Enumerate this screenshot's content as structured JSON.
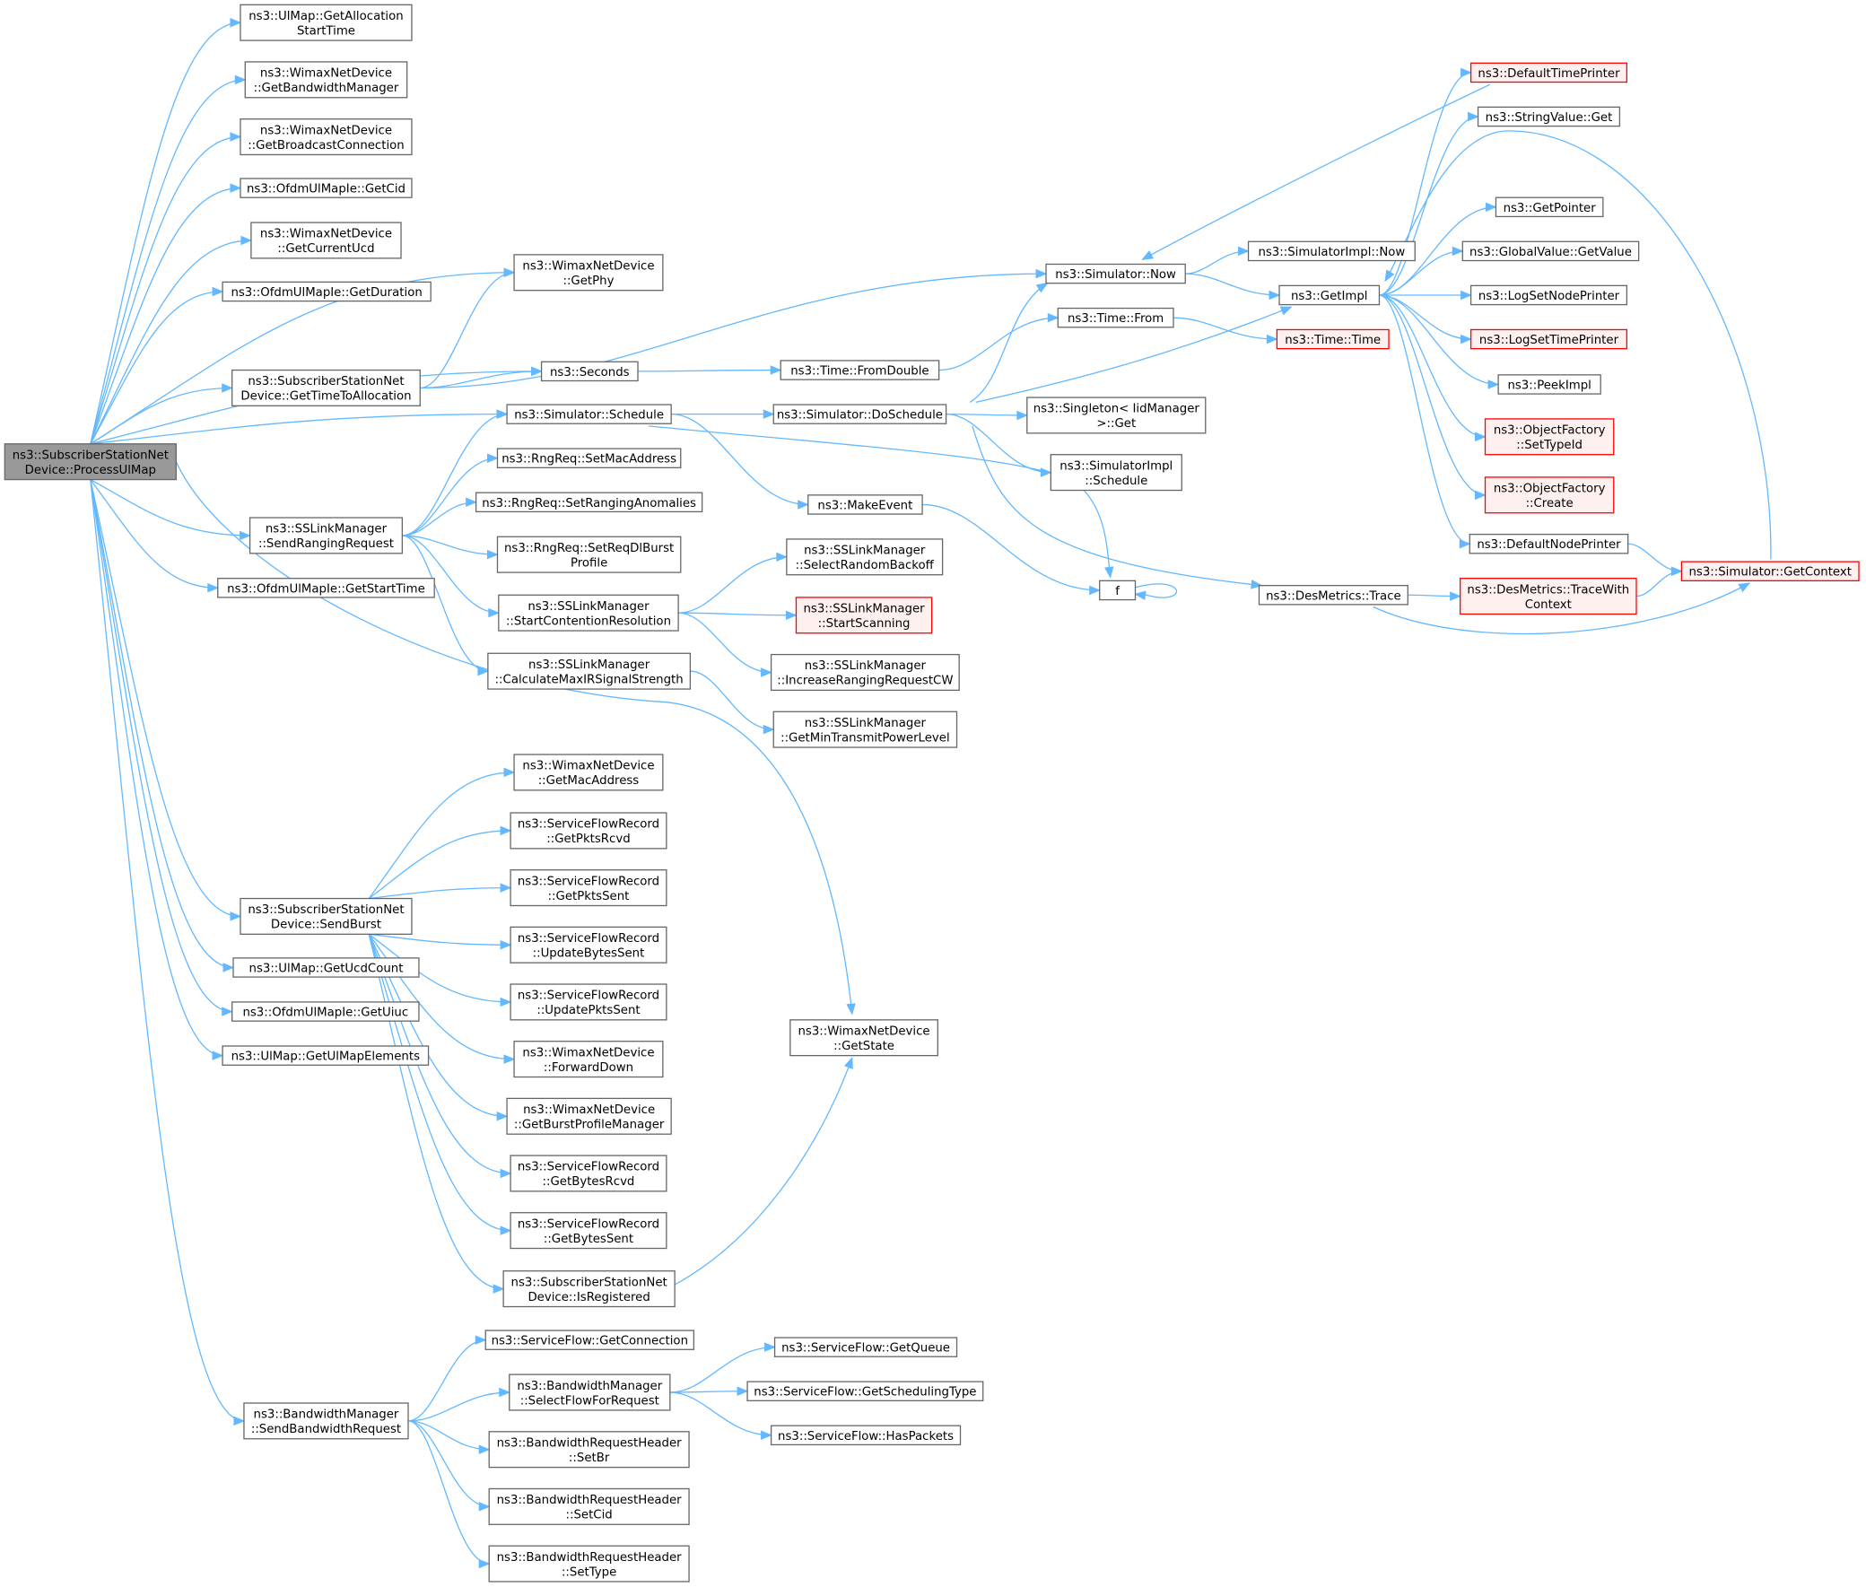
{
  "graph": {
    "nodes": [
      {
        "id": "root",
        "lines": [
          "ns3::SubscriberStationNet",
          "Device::ProcessUlMap"
        ],
        "focus": true
      },
      {
        "id": "n1",
        "lines": [
          "ns3::UlMap::GetAllocation",
          "StartTime"
        ]
      },
      {
        "id": "n2",
        "lines": [
          "ns3::WimaxNetDevice",
          "::GetBandwidthManager"
        ]
      },
      {
        "id": "n3",
        "lines": [
          "ns3::WimaxNetDevice",
          "::GetBroadcastConnection"
        ]
      },
      {
        "id": "n4",
        "lines": [
          "ns3::OfdmUlMapIe::GetCid"
        ]
      },
      {
        "id": "n5",
        "lines": [
          "ns3::WimaxNetDevice",
          "::GetCurrentUcd"
        ]
      },
      {
        "id": "n6",
        "lines": [
          "ns3::OfdmUlMapIe::GetDuration"
        ]
      },
      {
        "id": "n7",
        "lines": [
          "ns3::SubscriberStationNet",
          "Device::GetTimeToAllocation"
        ]
      },
      {
        "id": "n8",
        "lines": [
          "ns3::SSLinkManager",
          "::SendRangingRequest"
        ]
      },
      {
        "id": "n9",
        "lines": [
          "ns3::OfdmUlMapIe::GetStartTime"
        ]
      },
      {
        "id": "n10",
        "lines": [
          "ns3::SubscriberStationNet",
          "Device::SendBurst"
        ]
      },
      {
        "id": "n11",
        "lines": [
          "ns3::UlMap::GetUcdCount"
        ]
      },
      {
        "id": "n12",
        "lines": [
          "ns3::OfdmUlMapIe::GetUiuc"
        ]
      },
      {
        "id": "n13",
        "lines": [
          "ns3::UlMap::GetUlMapElements"
        ]
      },
      {
        "id": "n14",
        "lines": [
          "ns3::BandwidthManager",
          "::SendBandwidthRequest"
        ]
      },
      {
        "id": "c1",
        "lines": [
          "ns3::WimaxNetDevice",
          "::GetPhy"
        ]
      },
      {
        "id": "c2",
        "lines": [
          "ns3::Seconds"
        ]
      },
      {
        "id": "c3",
        "lines": [
          "ns3::Simulator::Schedule"
        ]
      },
      {
        "id": "c4",
        "lines": [
          "ns3::RngReq::SetMacAddress"
        ]
      },
      {
        "id": "c5",
        "lines": [
          "ns3::RngReq::SetRangingAnomalies"
        ]
      },
      {
        "id": "c6",
        "lines": [
          "ns3::RngReq::SetReqDlBurst",
          "Profile"
        ]
      },
      {
        "id": "c7",
        "lines": [
          "ns3::SSLinkManager",
          "::StartContentionResolution"
        ]
      },
      {
        "id": "c8",
        "lines": [
          "ns3::SSLinkManager",
          "::CalculateMaxIRSignalStrength"
        ]
      },
      {
        "id": "c9",
        "lines": [
          "ns3::WimaxNetDevice",
          "::GetMacAddress"
        ]
      },
      {
        "id": "c10",
        "lines": [
          "ns3::ServiceFlowRecord",
          "::GetPktsRcvd"
        ]
      },
      {
        "id": "c11",
        "lines": [
          "ns3::ServiceFlowRecord",
          "::GetPktsSent"
        ]
      },
      {
        "id": "c12",
        "lines": [
          "ns3::ServiceFlowRecord",
          "::UpdateBytesSent"
        ]
      },
      {
        "id": "c13",
        "lines": [
          "ns3::ServiceFlowRecord",
          "::UpdatePktsSent"
        ]
      },
      {
        "id": "c14",
        "lines": [
          "ns3::WimaxNetDevice",
          "::ForwardDown"
        ]
      },
      {
        "id": "c15",
        "lines": [
          "ns3::WimaxNetDevice",
          "::GetBurstProfileManager"
        ]
      },
      {
        "id": "c16",
        "lines": [
          "ns3::ServiceFlowRecord",
          "::GetBytesRcvd"
        ]
      },
      {
        "id": "c17",
        "lines": [
          "ns3::ServiceFlowRecord",
          "::GetBytesSent"
        ]
      },
      {
        "id": "c18",
        "lines": [
          "ns3::SubscriberStationNet",
          "Device::IsRegistered"
        ]
      },
      {
        "id": "c19",
        "lines": [
          "ns3::ServiceFlow::GetConnection"
        ]
      },
      {
        "id": "c20",
        "lines": [
          "ns3::BandwidthManager",
          "::SelectFlowForRequest"
        ]
      },
      {
        "id": "c21",
        "lines": [
          "ns3::BandwidthRequestHeader",
          "::SetBr"
        ]
      },
      {
        "id": "c22",
        "lines": [
          "ns3::BandwidthRequestHeader",
          "::SetCid"
        ]
      },
      {
        "id": "c23",
        "lines": [
          "ns3::BandwidthRequestHeader",
          "::SetType"
        ]
      },
      {
        "id": "d1",
        "lines": [
          "ns3::Time::FromDouble"
        ]
      },
      {
        "id": "d2",
        "lines": [
          "ns3::Simulator::DoSchedule"
        ]
      },
      {
        "id": "d3",
        "lines": [
          "ns3::MakeEvent"
        ]
      },
      {
        "id": "d4",
        "lines": [
          "f"
        ]
      },
      {
        "id": "d5",
        "lines": [
          "ns3::SSLinkManager",
          "::SelectRandomBackoff"
        ]
      },
      {
        "id": "d6",
        "lines": [
          "ns3::SSLinkManager",
          "::StartScanning"
        ],
        "truncated": true
      },
      {
        "id": "d7",
        "lines": [
          "ns3::SSLinkManager",
          "::IncreaseRangingRequestCW"
        ]
      },
      {
        "id": "d8",
        "lines": [
          "ns3::SSLinkManager",
          "::GetMinTransmitPowerLevel"
        ]
      },
      {
        "id": "d9",
        "lines": [
          "ns3::WimaxNetDevice",
          "::GetState"
        ]
      },
      {
        "id": "d10",
        "lines": [
          "ns3::ServiceFlow::GetQueue"
        ]
      },
      {
        "id": "d11",
        "lines": [
          "ns3::ServiceFlow::GetSchedulingType"
        ]
      },
      {
        "id": "d12",
        "lines": [
          "ns3::ServiceFlow::HasPackets"
        ]
      },
      {
        "id": "e1",
        "lines": [
          "ns3::Simulator::Now"
        ]
      },
      {
        "id": "e2",
        "lines": [
          "ns3::Time::From"
        ]
      },
      {
        "id": "e3",
        "lines": [
          "ns3::Singleton< IidManager",
          ">::Get"
        ]
      },
      {
        "id": "e4",
        "lines": [
          "ns3::SimulatorImpl",
          "::Schedule"
        ]
      },
      {
        "id": "e5",
        "lines": [
          "ns3::DesMetrics::Trace"
        ]
      },
      {
        "id": "f1",
        "lines": [
          "ns3::SimulatorImpl::Now"
        ]
      },
      {
        "id": "f2",
        "lines": [
          "ns3::GetImpl"
        ]
      },
      {
        "id": "f3",
        "lines": [
          "ns3::Time::Time"
        ],
        "truncated": true
      },
      {
        "id": "f4",
        "lines": [
          "ns3::DesMetrics::TraceWith",
          "Context"
        ],
        "truncated": true
      },
      {
        "id": "g1",
        "lines": [
          "ns3::DefaultTimePrinter"
        ],
        "truncated": true
      },
      {
        "id": "g2",
        "lines": [
          "ns3::StringValue::Get"
        ]
      },
      {
        "id": "g3",
        "lines": [
          "ns3::GetPointer"
        ]
      },
      {
        "id": "g4",
        "lines": [
          "ns3::GlobalValue::GetValue"
        ]
      },
      {
        "id": "g5",
        "lines": [
          "ns3::LogSetNodePrinter"
        ]
      },
      {
        "id": "g6",
        "lines": [
          "ns3::LogSetTimePrinter"
        ],
        "truncated": true
      },
      {
        "id": "g7",
        "lines": [
          "ns3::PeekImpl"
        ]
      },
      {
        "id": "g8",
        "lines": [
          "ns3::ObjectFactory",
          "::SetTypeId"
        ],
        "truncated": true
      },
      {
        "id": "g9",
        "lines": [
          "ns3::ObjectFactory",
          "::Create"
        ],
        "truncated": true
      },
      {
        "id": "g10",
        "lines": [
          "ns3::DefaultNodePrinter"
        ]
      },
      {
        "id": "g11",
        "lines": [
          "ns3::Simulator::GetContext"
        ],
        "truncated": true
      }
    ],
    "edges": [
      [
        "root",
        "n1"
      ],
      [
        "root",
        "n2"
      ],
      [
        "root",
        "n3"
      ],
      [
        "root",
        "n4"
      ],
      [
        "root",
        "n5"
      ],
      [
        "root",
        "n6"
      ],
      [
        "root",
        "c1"
      ],
      [
        "root",
        "n7"
      ],
      [
        "root",
        "c2"
      ],
      [
        "root",
        "c3"
      ],
      [
        "root",
        "n8"
      ],
      [
        "root",
        "n9"
      ],
      [
        "root",
        "d9"
      ],
      [
        "root",
        "n10"
      ],
      [
        "root",
        "n11"
      ],
      [
        "root",
        "n12"
      ],
      [
        "root",
        "n13"
      ],
      [
        "root",
        "n14"
      ],
      [
        "n7",
        "c1"
      ],
      [
        "n7",
        "c2"
      ],
      [
        "n7",
        "e1"
      ],
      [
        "c2",
        "d1"
      ],
      [
        "d1",
        "e2"
      ],
      [
        "e2",
        "f3"
      ],
      [
        "c3",
        "d2"
      ],
      [
        "c3",
        "d3"
      ],
      [
        "c3",
        "d4"
      ],
      [
        "d3",
        "d4"
      ],
      [
        "d4",
        "d4"
      ],
      [
        "d2",
        "e1"
      ],
      [
        "d2",
        "f2"
      ],
      [
        "d2",
        "e3"
      ],
      [
        "d2",
        "e4"
      ],
      [
        "d2",
        "e5"
      ],
      [
        "e1",
        "f1"
      ],
      [
        "e1",
        "f2"
      ],
      [
        "f2",
        "g1"
      ],
      [
        "f2",
        "g2"
      ],
      [
        "f2",
        "g3"
      ],
      [
        "f2",
        "g4"
      ],
      [
        "f2",
        "g5"
      ],
      [
        "f2",
        "g6"
      ],
      [
        "f2",
        "g7"
      ],
      [
        "f2",
        "g8"
      ],
      [
        "f2",
        "g9"
      ],
      [
        "f2",
        "g10"
      ],
      [
        "g1",
        "e1"
      ],
      [
        "g10",
        "g11"
      ],
      [
        "g11",
        "f2"
      ],
      [
        "e5",
        "f4"
      ],
      [
        "e5",
        "g11"
      ],
      [
        "f4",
        "g11"
      ],
      [
        "n8",
        "c3"
      ],
      [
        "n8",
        "c4"
      ],
      [
        "n8",
        "c5"
      ],
      [
        "n8",
        "c6"
      ],
      [
        "n8",
        "c7"
      ],
      [
        "n8",
        "c8"
      ],
      [
        "c7",
        "d5"
      ],
      [
        "c7",
        "d6"
      ],
      [
        "c7",
        "d7"
      ],
      [
        "c8",
        "d8"
      ],
      [
        "n10",
        "c9"
      ],
      [
        "n10",
        "c10"
      ],
      [
        "n10",
        "c11"
      ],
      [
        "n10",
        "c12"
      ],
      [
        "n10",
        "c13"
      ],
      [
        "n10",
        "c14"
      ],
      [
        "n10",
        "c15"
      ],
      [
        "n10",
        "c16"
      ],
      [
        "n10",
        "c17"
      ],
      [
        "n10",
        "c18"
      ],
      [
        "c18",
        "d9"
      ],
      [
        "n14",
        "c19"
      ],
      [
        "n14",
        "c20"
      ],
      [
        "n14",
        "c21"
      ],
      [
        "n14",
        "c22"
      ],
      [
        "n14",
        "c23"
      ],
      [
        "c20",
        "d10"
      ],
      [
        "c20",
        "d11"
      ],
      [
        "c20",
        "d12"
      ]
    ]
  }
}
